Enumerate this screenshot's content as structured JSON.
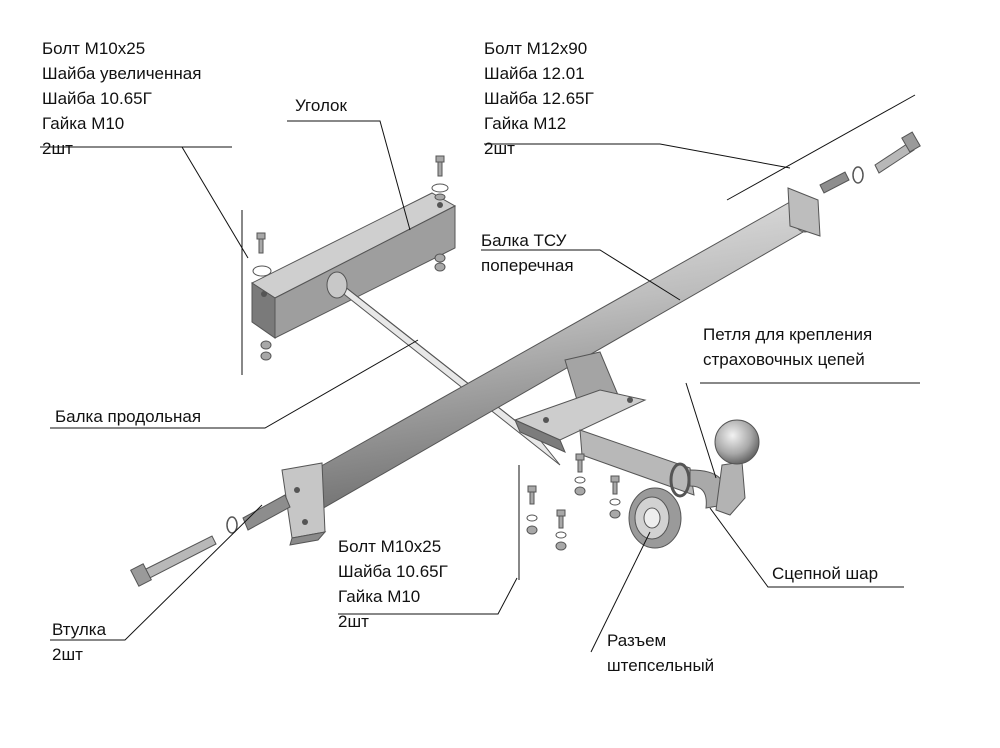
{
  "colors": {
    "metal_light": "#d4d4d4",
    "metal_mid": "#a8a8a8",
    "metal_dark": "#6e6e6e",
    "line": "#111111",
    "background": "#ffffff"
  },
  "labels": {
    "bolt_m10_top": {
      "line1": "Болт М10х25",
      "line2": "Шайба увеличенная",
      "line3": "Шайба 10.65Г",
      "line4": "Гайка М10",
      "qty": "2шт"
    },
    "bolt_m12": {
      "line1": "Болт М12х90",
      "line2": "Шайба 12.01",
      "line3": "Шайба 12.65Г",
      "line4": "Гайка М12",
      "qty": "2шт"
    },
    "angle": {
      "text": "Уголок"
    },
    "crossbeam": {
      "line1": "Балка ТСУ",
      "line2": "поперечная"
    },
    "safety_loop": {
      "line1": "Петля для крепления",
      "line2": "страховочных цепей"
    },
    "longbeam": {
      "text": "Балка продольная"
    },
    "bolt_m10_bottom": {
      "line1": "Болт М10х25",
      "line2": "Шайба 10.65Г",
      "line3": "Гайка М10",
      "qty": "2шт"
    },
    "hitch_ball": {
      "text": "Сцепной шар"
    },
    "bushing": {
      "text": "Втулка",
      "qty": "2шт"
    },
    "connector": {
      "line1": "Разъем",
      "line2": "штепсельный"
    }
  }
}
